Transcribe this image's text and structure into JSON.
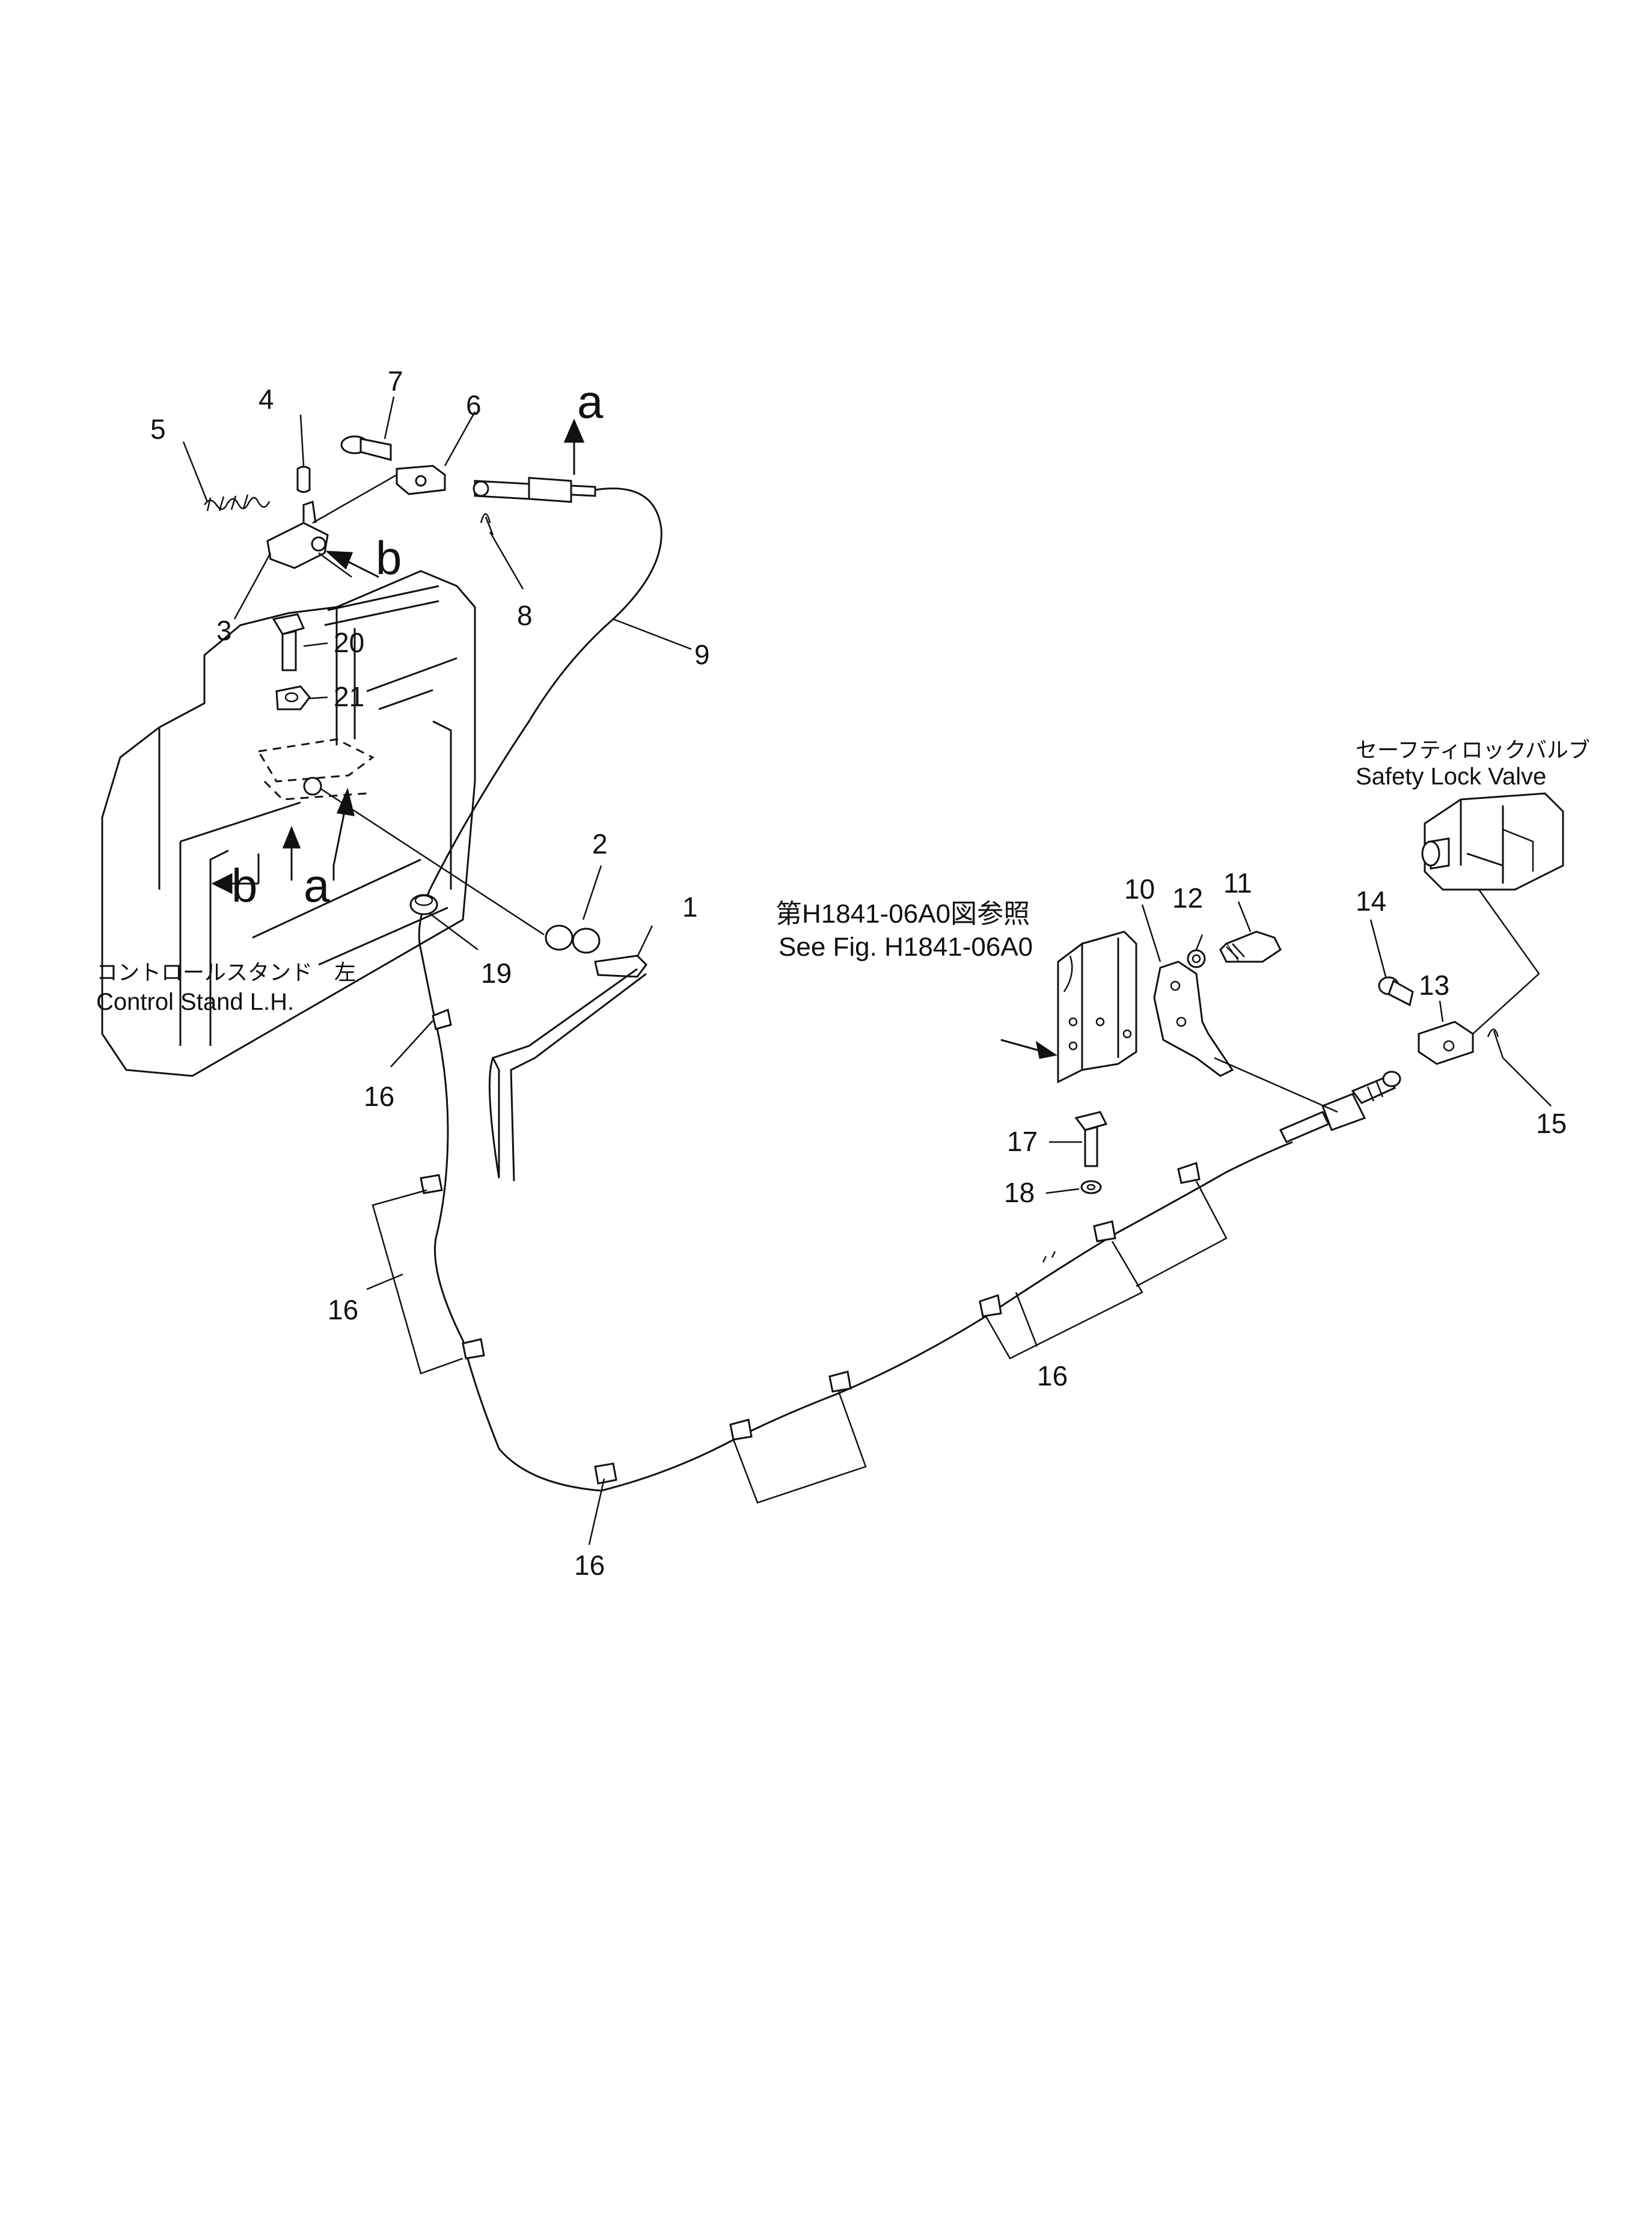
{
  "labels": {
    "n1": "1",
    "n2": "2",
    "n3": "3",
    "n4": "4",
    "n5": "5",
    "n6": "6",
    "n7": "7",
    "n8": "8",
    "n9": "9",
    "n10": "10",
    "n11": "11",
    "n12": "12",
    "n13": "13",
    "n14": "14",
    "n15": "15",
    "n16": "16",
    "n17": "17",
    "n18": "18",
    "n19": "19",
    "n20": "20",
    "n21": "21",
    "a": "a",
    "b": "b"
  },
  "notes": {
    "control_stand_jp": "コントロールスタンド　左",
    "control_stand_en": "Control  Stand  L.H.",
    "safety_lock_jp": "セーフティロックバルブ",
    "safety_lock_en": "Safety  Lock  Valve",
    "ref_fig_jp": "第H1841-06A0図参照",
    "ref_fig_en": "See  Fig. H1841-06A0"
  }
}
